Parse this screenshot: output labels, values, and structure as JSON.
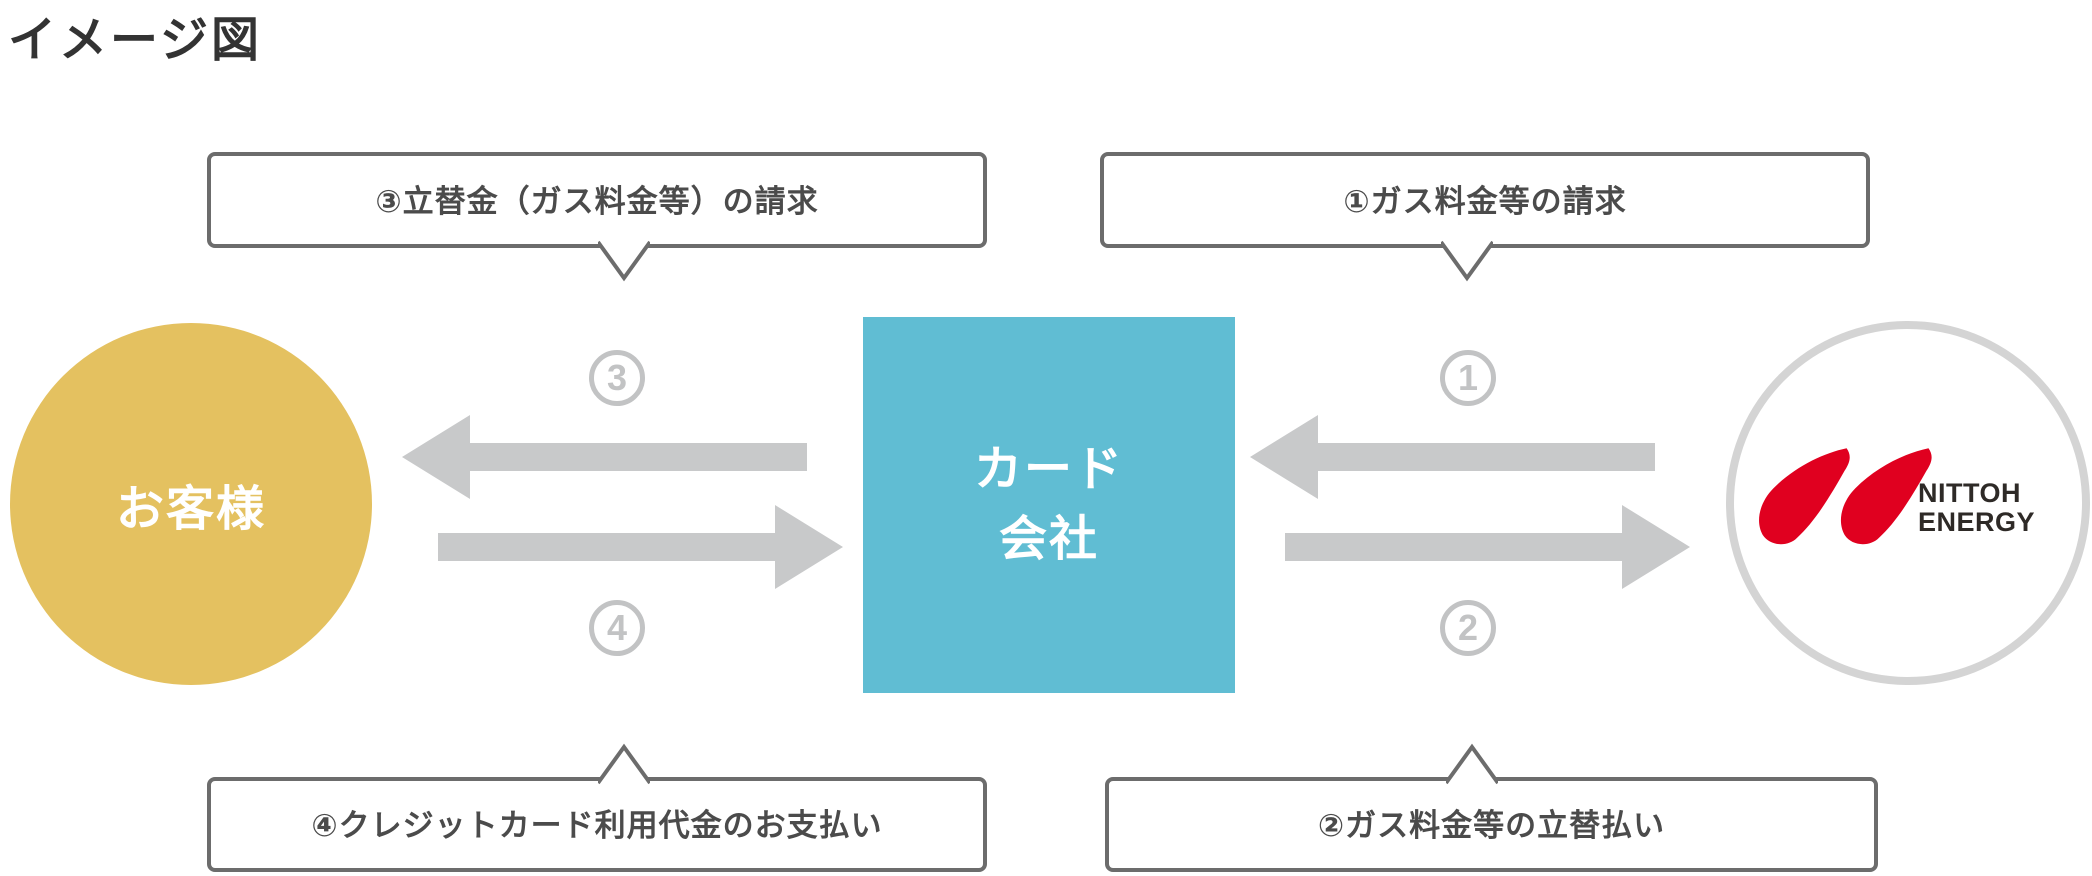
{
  "title": "イメージ図",
  "colors": {
    "customer_fill": "#e4c160",
    "card_fill": "#60bdd3",
    "arrow_gray": "#c8c9ca",
    "box_border_gray": "#6c6c6c",
    "box_text_gray": "#4b4b4b",
    "flow_number_gray": "#c2c3c4",
    "energy_border_gray": "#d4d4d4",
    "logo_red": "#e0001f",
    "logo_text_dark": "#2e2a27"
  },
  "entities": {
    "customer": {
      "label": "お客様"
    },
    "card_company": {
      "label_line1": "カード",
      "label_line2": "会社"
    },
    "energy_company": {
      "name_line1": "NITTOH",
      "name_line2": "ENERGY"
    }
  },
  "callouts": {
    "top_left": {
      "label": "③立替金（ガス料金等）の請求"
    },
    "top_right": {
      "label": "①ガス料金等の請求"
    },
    "bottom_left": {
      "label": "④クレジットカード利用代金のお支払い"
    },
    "bottom_right": {
      "label": "②ガス料金等の立替払い"
    }
  },
  "flow_numbers": {
    "left_top": "3",
    "left_bottom": "4",
    "right_top": "1",
    "right_bottom": "2"
  }
}
